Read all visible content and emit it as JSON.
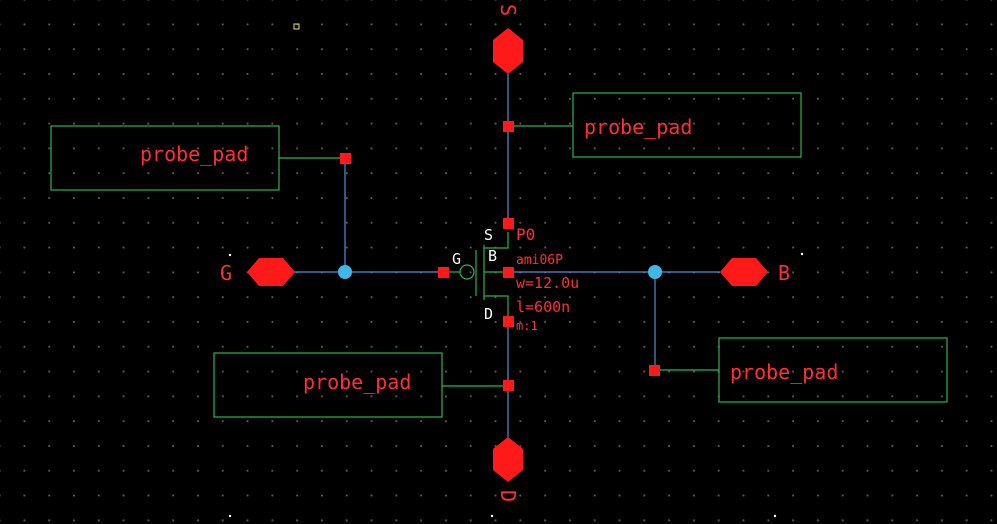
{
  "schematic": {
    "pins": {
      "source": "S",
      "gate": "G",
      "bulk": "B",
      "drain": "D"
    },
    "probe_pads": [
      {
        "label": "probe_pad"
      },
      {
        "label": "probe_pad"
      },
      {
        "label": "probe_pad"
      },
      {
        "label": "probe_pad"
      }
    ],
    "transistor": {
      "instance_name": "P0",
      "model": "ami06P",
      "width": "w=12.0u",
      "length": "l=600n",
      "multiplier": "m:1",
      "terminal_s": "S",
      "terminal_g": "G",
      "terminal_b": "B",
      "terminal_d": "D"
    },
    "colors": {
      "background": "#000000",
      "wire": "#4f8fd8",
      "symbol_outline": "#2db34a",
      "pin_fill": "#ff1a1a",
      "label_text": "#ff3030",
      "junction_dot": "#3fb8e8"
    }
  }
}
